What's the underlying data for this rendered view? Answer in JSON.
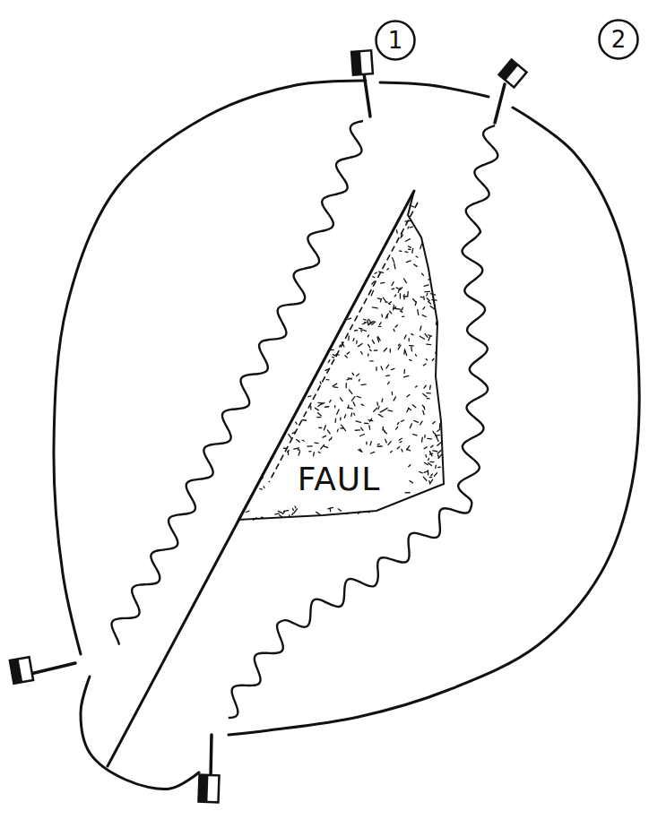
{
  "diagram": {
    "nodes": [
      {
        "text": [
          "1"
        ]
      },
      {
        "text": [
          "2"
        ]
      },
      {
        "text": [
          "FAUL"
        ]
      }
    ]
  }
}
